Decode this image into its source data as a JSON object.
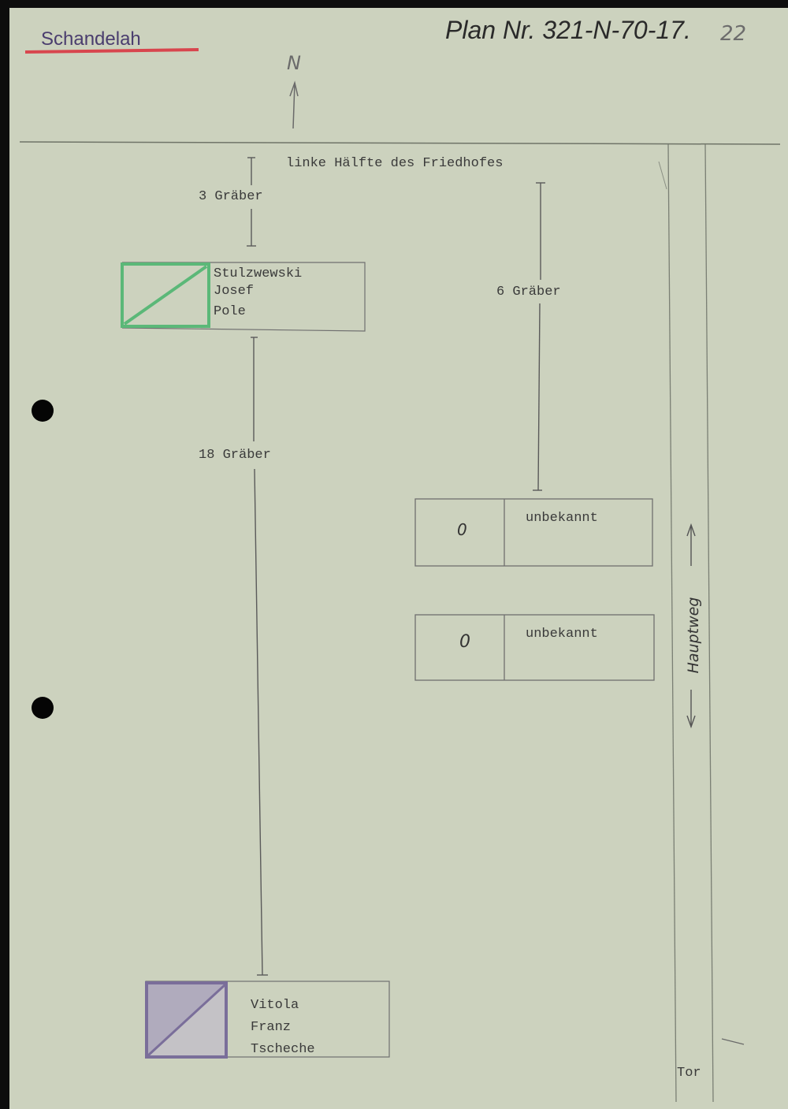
{
  "header": {
    "place": "Schandelah",
    "plan_number": "Plan Nr. 321-N-70-17.",
    "sheet_number": "22",
    "north_label": "N"
  },
  "plan": {
    "section_title": "linke Hälfte des Friedhofes",
    "gaps": [
      {
        "label": "3 Gräber"
      },
      {
        "label": "18 Gräber"
      },
      {
        "label": "6 Gräber"
      }
    ],
    "graves": [
      {
        "lines": [
          "Stulzwewski",
          "Josef",
          "Pole"
        ],
        "marker_color": "#5bb878"
      },
      {
        "symbol": "0",
        "lines": [
          "unbekannt"
        ]
      },
      {
        "symbol": "0",
        "lines": [
          "unbekannt"
        ]
      },
      {
        "lines": [
          "Vitola",
          "Franz",
          "Tscheche"
        ],
        "marker_color": "#7a6e9a"
      }
    ],
    "path_label": "Hauptweg",
    "gate_label": "Tor"
  }
}
